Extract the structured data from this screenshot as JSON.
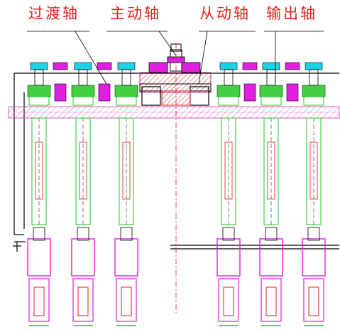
{
  "labels": {
    "transition_shaft": "过渡轴",
    "drive_shaft": "主动轴",
    "driven_shaft": "从动轴",
    "output_shaft": "输出轴"
  },
  "colors": {
    "label_red": "#e0211b",
    "frame": "#000000",
    "cyan_part": "#19d3e6",
    "magenta_part": "#e01fe0",
    "green_part": "#1fc81f",
    "hatch_pink": "#e77fd0",
    "gear_magenta": "#c02aa0",
    "red_part": "#e01919"
  },
  "icons": [
    "leader-line",
    "shaft-assembly",
    "gear-assembly",
    "centerline"
  ]
}
